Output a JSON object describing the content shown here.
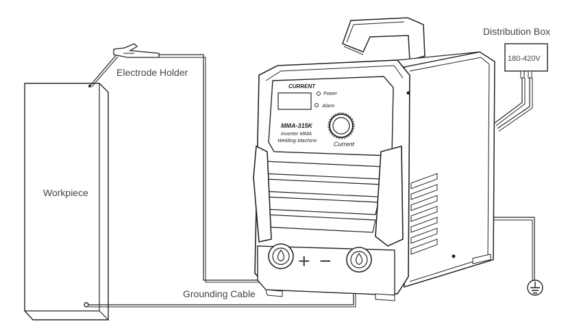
{
  "labels": {
    "distribution_box": "Distribution Box",
    "voltage": "180-420V",
    "electrode_holder": "Electrode Holder",
    "workpiece": "Workpiece",
    "grounding_cable": "Grounding Cable"
  },
  "machine": {
    "panel_title": "CURRENT",
    "power_indicator": "Power",
    "alarm_indicator": "Alarm",
    "model": "MMA-315K",
    "description_line1": "Inverter MMA",
    "description_line2": "Welding Machine",
    "knob_label": "Current",
    "plus_symbol": "+",
    "minus_symbol": "−"
  },
  "icons": [
    "ground-icon",
    "terminal-drop-icon"
  ],
  "colors": {
    "line": "#222222",
    "text": "#444444",
    "panel": "#ffffff"
  }
}
